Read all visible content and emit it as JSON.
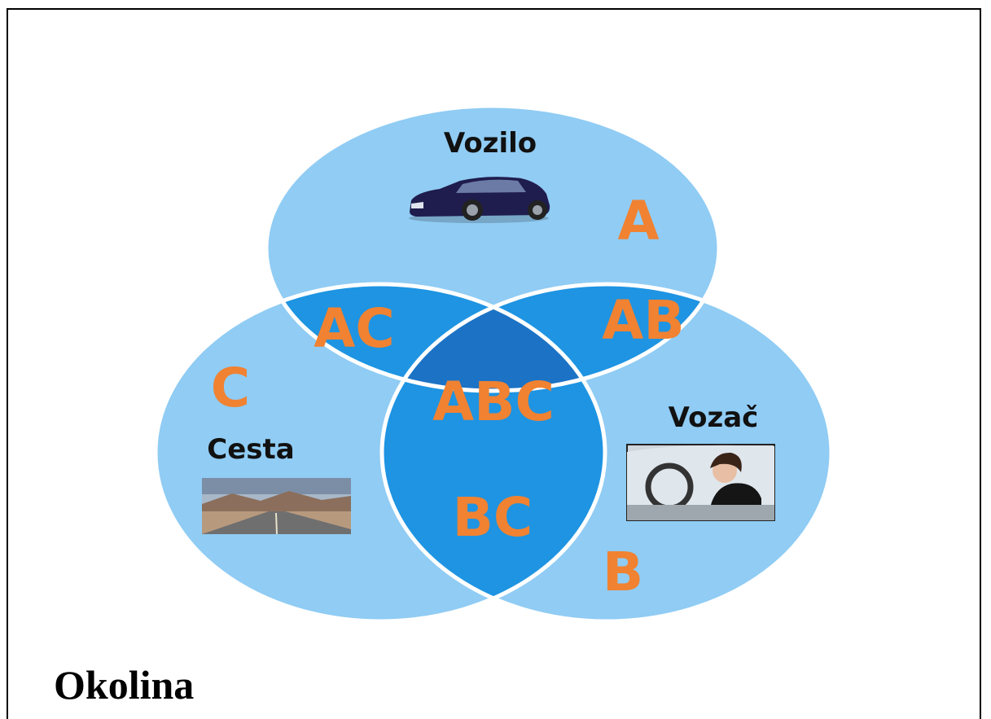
{
  "diagram": {
    "sets": [
      {
        "id": "A",
        "name": "Vozilo",
        "picture": "car-icon"
      },
      {
        "id": "B",
        "name": "Vozač",
        "picture": "driver-photo"
      },
      {
        "id": "C",
        "name": "Cesta",
        "picture": "road-photo"
      }
    ],
    "regions": {
      "A": "A",
      "B": "B",
      "C": "C",
      "AB": "AB",
      "AC": "AC",
      "BC": "BC",
      "ABC": "ABC"
    },
    "colors": {
      "single": "#90ccf4",
      "pair": "#1e94e2",
      "triple": "#1c73c5",
      "outline": "#ffffff",
      "region_text": "#f08232"
    }
  },
  "footer": {
    "label": "Okolina"
  }
}
